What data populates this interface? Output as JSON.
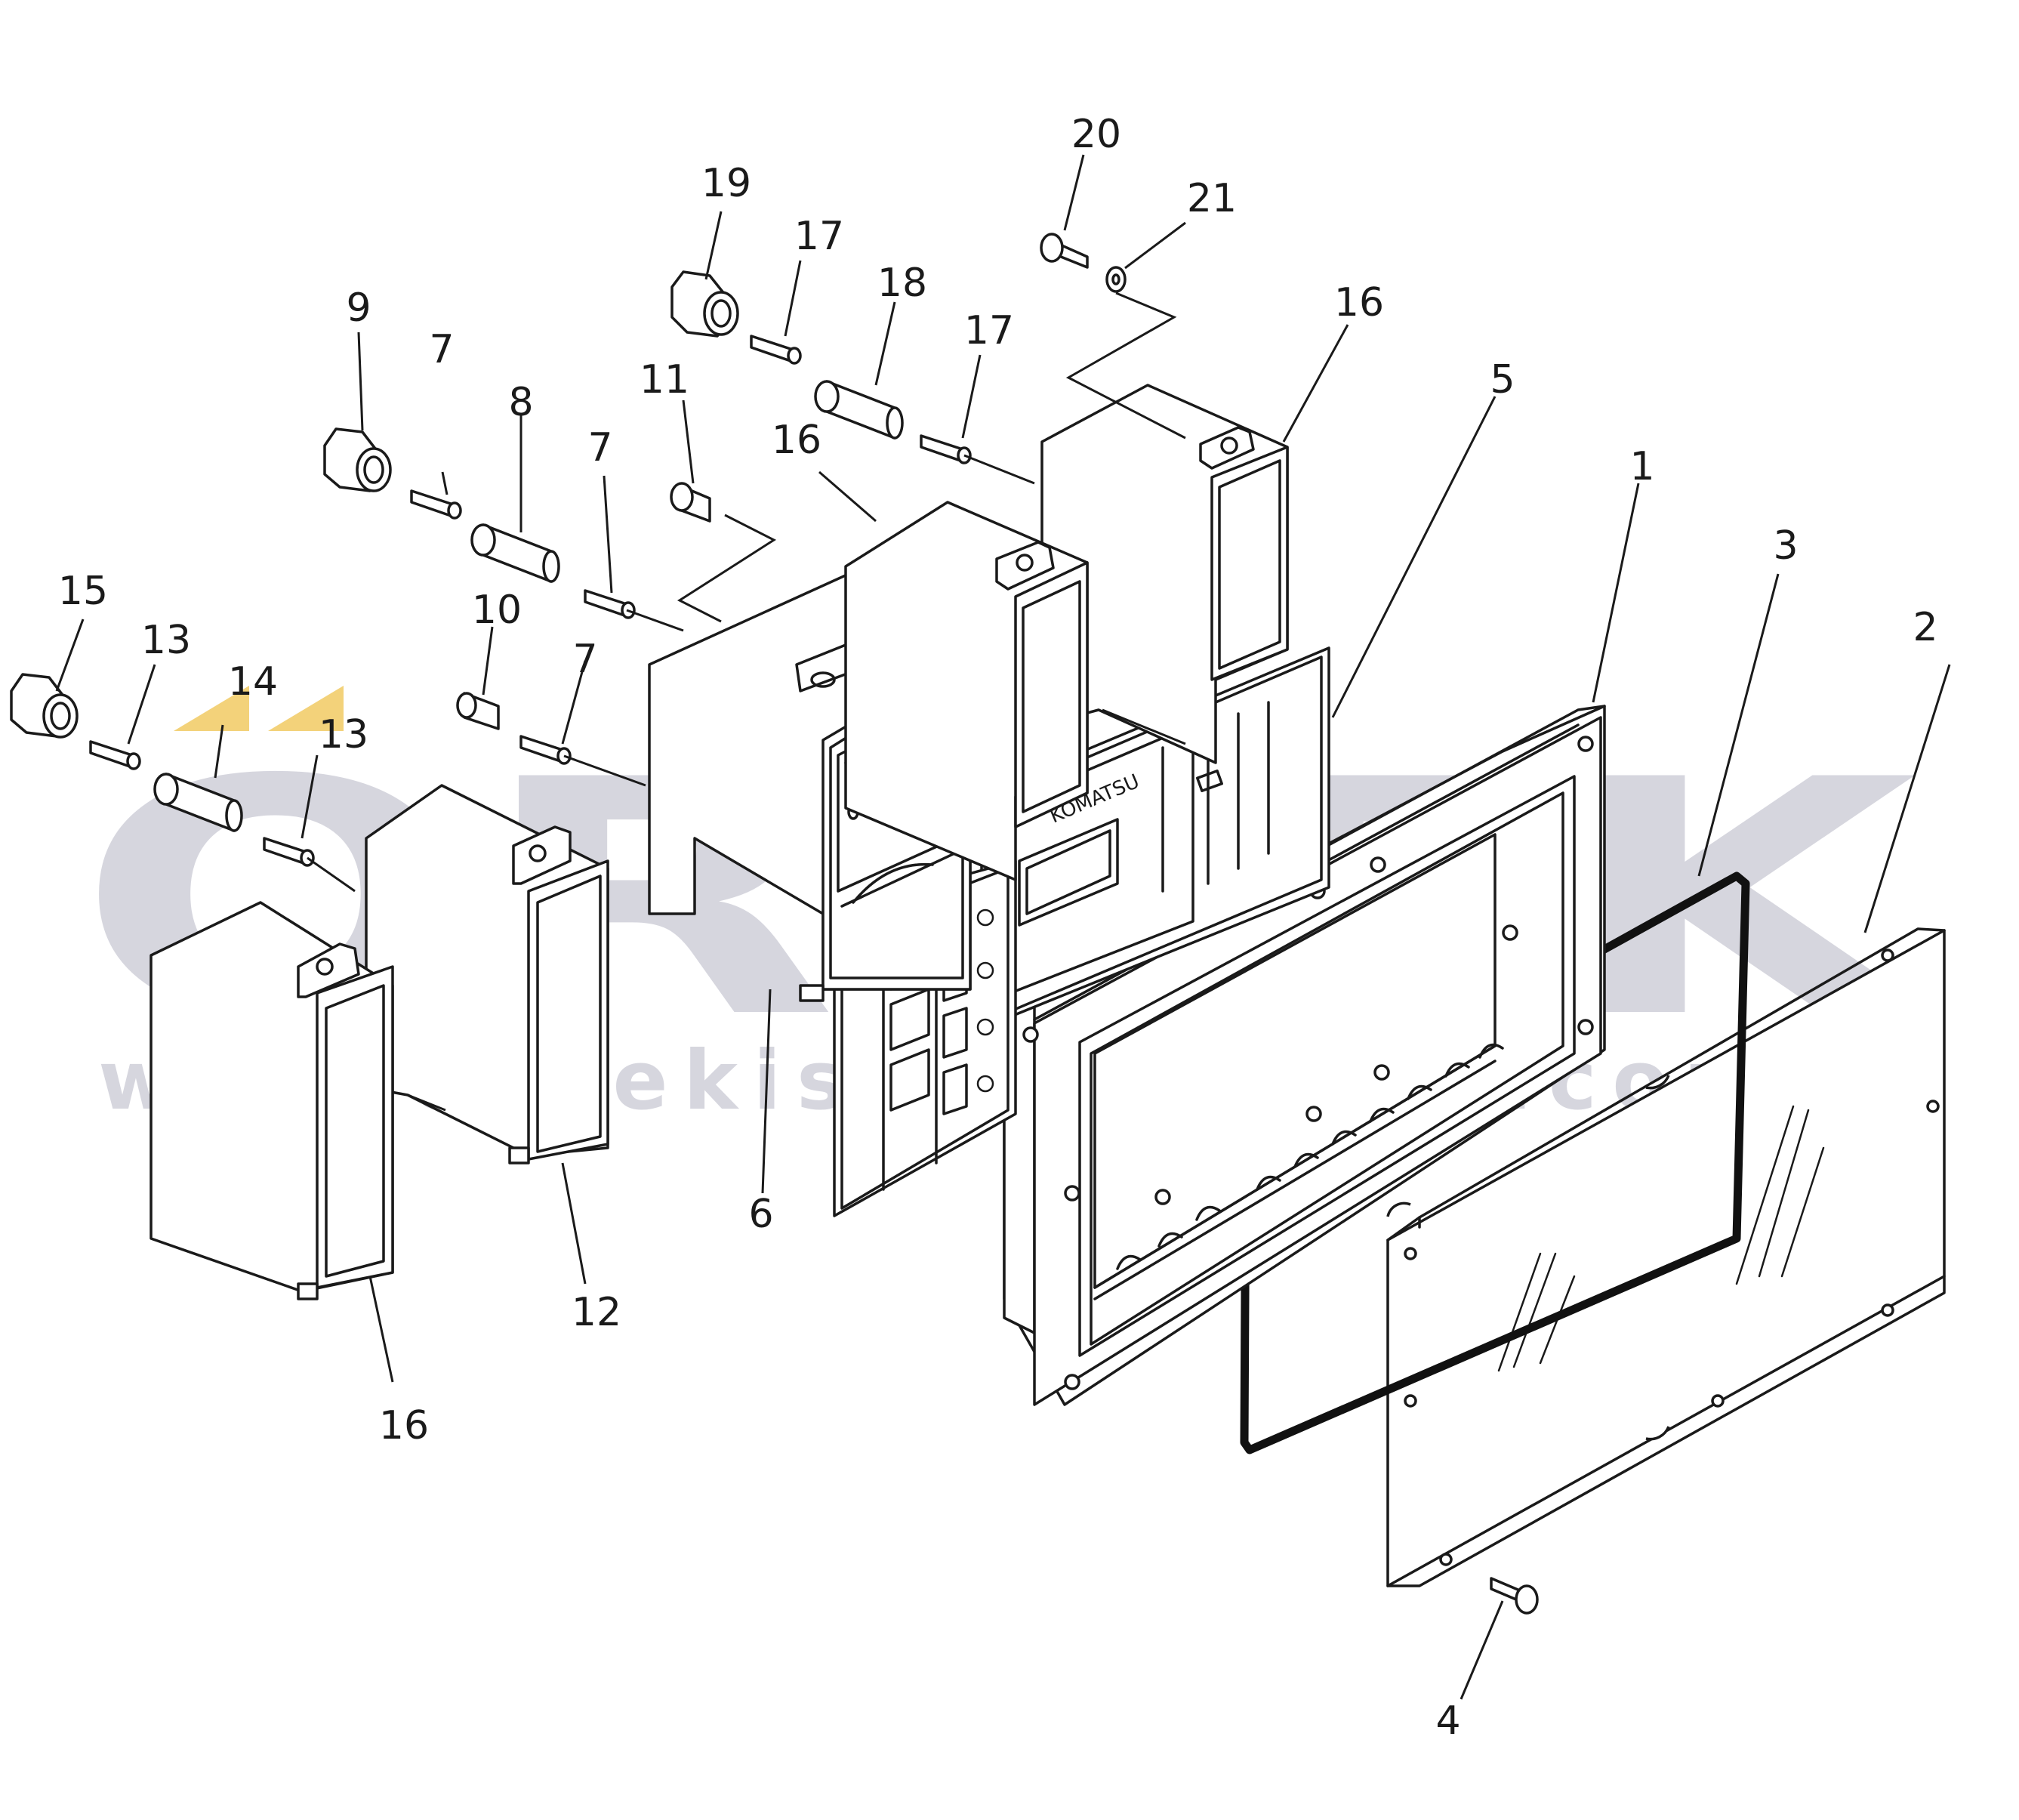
{
  "watermark": {
    "word": "ORNEK",
    "url": "www.ornekismakinalari.com.tr",
    "accent_color": "#f3d27a",
    "text_color": "#c9c9d4"
  },
  "panel": {
    "brand": "KOMATSU"
  },
  "callouts": [
    {
      "id": "c1",
      "label": "1"
    },
    {
      "id": "c2",
      "label": "2"
    },
    {
      "id": "c3",
      "label": "3"
    },
    {
      "id": "c4",
      "label": "4"
    },
    {
      "id": "c5",
      "label": "5"
    },
    {
      "id": "c6",
      "label": "6"
    },
    {
      "id": "c7a",
      "label": "7"
    },
    {
      "id": "c7b",
      "label": "7"
    },
    {
      "id": "c7c",
      "label": "7"
    },
    {
      "id": "c8",
      "label": "8"
    },
    {
      "id": "c9",
      "label": "9"
    },
    {
      "id": "c10",
      "label": "10"
    },
    {
      "id": "c11",
      "label": "11"
    },
    {
      "id": "c12",
      "label": "12"
    },
    {
      "id": "c13a",
      "label": "13"
    },
    {
      "id": "c13b",
      "label": "13"
    },
    {
      "id": "c14",
      "label": "14"
    },
    {
      "id": "c15",
      "label": "15"
    },
    {
      "id": "c16a",
      "label": "16"
    },
    {
      "id": "c16b",
      "label": "16"
    },
    {
      "id": "c16c",
      "label": "16"
    },
    {
      "id": "c17a",
      "label": "17"
    },
    {
      "id": "c17b",
      "label": "17"
    },
    {
      "id": "c18",
      "label": "18"
    },
    {
      "id": "c19",
      "label": "19"
    },
    {
      "id": "c20",
      "label": "20"
    },
    {
      "id": "c21",
      "label": "21"
    }
  ]
}
